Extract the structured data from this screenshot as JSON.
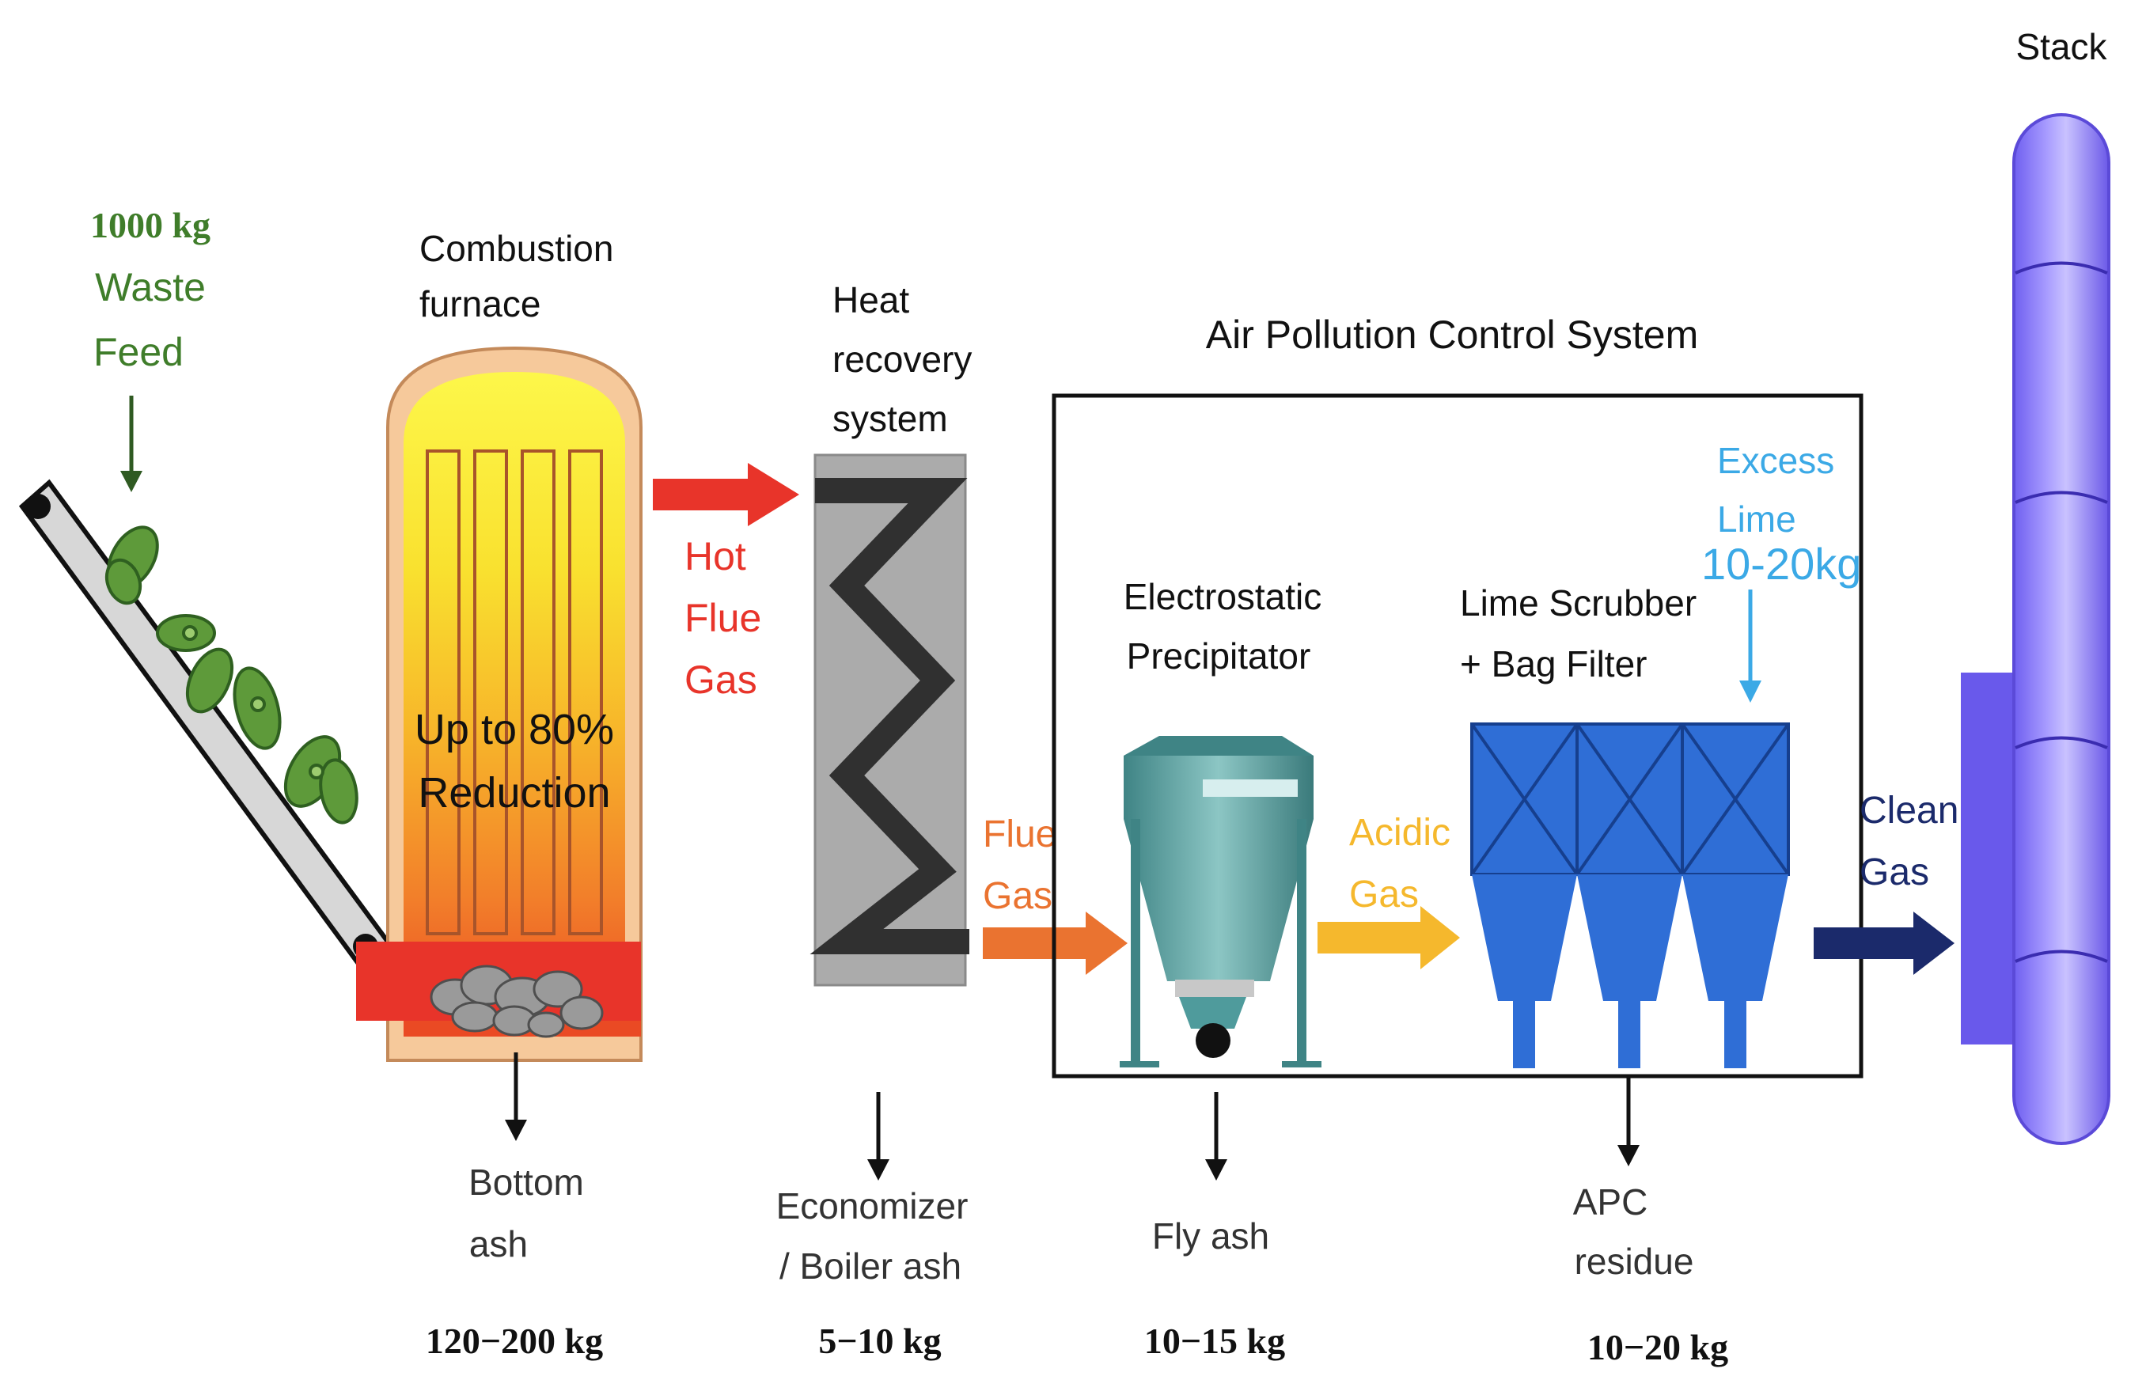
{
  "colors": {
    "feed_green": "#3f7d2a",
    "hot_flue_red": "#e8342a",
    "flue_orange": "#ea7330",
    "acidic_yellow": "#f5b82d",
    "clean_navy": "#1b2a6b",
    "lime_blue": "#3ba9e6",
    "stack_purple": "#8b7cf3",
    "bag_filter_blue": "#2f6ed6",
    "esp_teal": "#4f9b9c"
  },
  "waste_feed": {
    "mass": "1000 kg",
    "line1": "Waste",
    "line2": "Feed"
  },
  "furnace": {
    "title_line1": "Combustion",
    "title_line2": "furnace",
    "reduction_line1": "Up to 80%",
    "reduction_line2": "Reduction"
  },
  "hot_flue_gas": {
    "line1": "Hot",
    "line2": "Flue",
    "line3": "Gas"
  },
  "heat_recovery": {
    "line1": "Heat",
    "line2": "recovery",
    "line3": "system"
  },
  "flue_gas": {
    "line1": "Flue",
    "line2": "Gas"
  },
  "apc": {
    "title": "Air Pollution Control System"
  },
  "esp": {
    "line1": "Electrostatic",
    "line2": "Precipitator"
  },
  "acidic_gas": {
    "line1": "Acidic",
    "line2": "Gas"
  },
  "scrubber": {
    "line1": "Lime Scrubber",
    "line2": "+ Bag Filter"
  },
  "excess_lime": {
    "line1": "Excess",
    "line2": "Lime",
    "amount": "10-20kg"
  },
  "clean_gas": {
    "line1": "Clean",
    "line2": "Gas"
  },
  "stack": {
    "label": "Stack"
  },
  "outputs": [
    {
      "line1": "Bottom",
      "line2": "ash",
      "mass": "120−200 kg"
    },
    {
      "line1": "Economizer",
      "line2": "/ Boiler ash",
      "mass": "5−10 kg"
    },
    {
      "line1": "Fly ash",
      "line2": "",
      "mass": "10−15 kg"
    },
    {
      "line1": "APC",
      "line2": "residue",
      "mass": "10−20 kg"
    }
  ]
}
